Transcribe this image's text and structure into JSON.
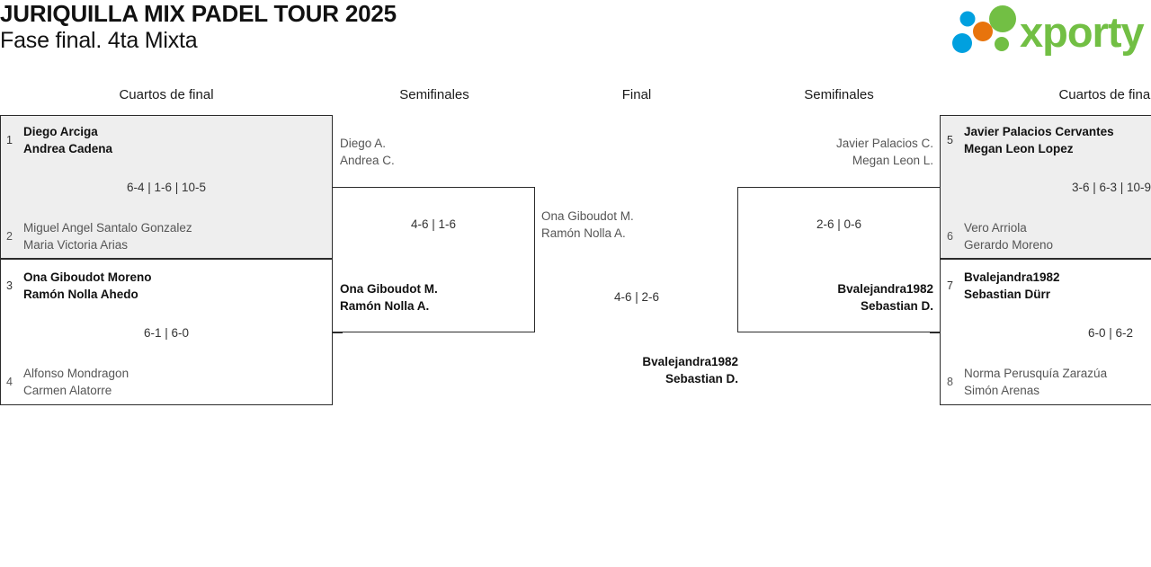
{
  "header": {
    "title_line1": "JURIQUILLA MIX PADEL TOUR 2025",
    "title_line2": "Fase final. 4ta Mixta",
    "logo_text": "xporty"
  },
  "round_headers": {
    "qf_left": "Cuartos de final",
    "sf_left": "Semifinales",
    "final": "Final",
    "sf_right": "Semifinales",
    "qf_right": "Cuartos de final"
  },
  "bracket": {
    "quarterfinals_left": [
      {
        "id": "qf1",
        "shaded": true,
        "score": "6-4 | 1-6 | 10-5",
        "top": {
          "seed": "1",
          "player1": "Diego Arciga",
          "player2": "Andrea Cadena",
          "result": "winner"
        },
        "bottom": {
          "seed": "2",
          "player1": "Miguel Angel Santalo Gonzalez",
          "player2": "Maria Victoria Arias",
          "result": "loser"
        }
      },
      {
        "id": "qf2",
        "shaded": false,
        "score": "6-1 | 6-0",
        "top": {
          "seed": "3",
          "player1": "Ona Giboudot Moreno",
          "player2": "Ramón Nolla Ahedo",
          "result": "winner"
        },
        "bottom": {
          "seed": "4",
          "player1": "Alfonso Mondragon",
          "player2": "Carmen Alatorre",
          "result": "loser"
        }
      }
    ],
    "semifinal_left": {
      "id": "sf-left",
      "score": "4-6 | 1-6",
      "top": {
        "player1": "Diego A.",
        "player2": "Andrea C.",
        "result": "loser"
      },
      "bottom": {
        "player1": "Ona Giboudot M.",
        "player2": "Ramón Nolla A.",
        "result": "winner"
      }
    },
    "final": {
      "id": "final",
      "score": "4-6 | 2-6",
      "top": {
        "player1": "Ona Giboudot M.",
        "player2": "Ramón Nolla A.",
        "result": "loser"
      },
      "bottom": {
        "player1": "Bvalejandra1982",
        "player2": "Sebastian D.",
        "result": "winner"
      }
    },
    "semifinal_right": {
      "id": "sf-right",
      "score": "2-6 | 0-6",
      "top": {
        "player1": "Javier Palacios C.",
        "player2": "Megan Leon L.",
        "result": "loser"
      },
      "bottom": {
        "player1": "Bvalejandra1982",
        "player2": "Sebastian D.",
        "result": "winner"
      }
    },
    "quarterfinals_right": [
      {
        "id": "qf3",
        "shaded": true,
        "score": "3-6 | 6-3 | 10-9",
        "top": {
          "seed": "5",
          "player1": "Javier Palacios Cervantes",
          "player2": "Megan Leon Lopez",
          "result": "winner"
        },
        "bottom": {
          "seed": "6",
          "player1": "Vero Arriola",
          "player2": "Gerardo Moreno",
          "result": "loser"
        }
      },
      {
        "id": "qf4",
        "shaded": false,
        "score": "6-0 | 6-2",
        "top": {
          "seed": "7",
          "player1": "Bvalejandra1982",
          "player2": "Sebastian Dürr",
          "result": "winner"
        },
        "bottom": {
          "seed": "8",
          "player1": "Norma Perusquía Zarazúa",
          "player2": "Simón Arenas",
          "result": "loser"
        }
      }
    ]
  },
  "colors": {
    "line": "#2b2b2b",
    "shaded_bg": "#eeeeee",
    "winner_text": "#111111",
    "loser_text": "#555555",
    "logo_green": "#72bf44",
    "logo_blue": "#00a0df",
    "logo_orange": "#e8740c"
  }
}
